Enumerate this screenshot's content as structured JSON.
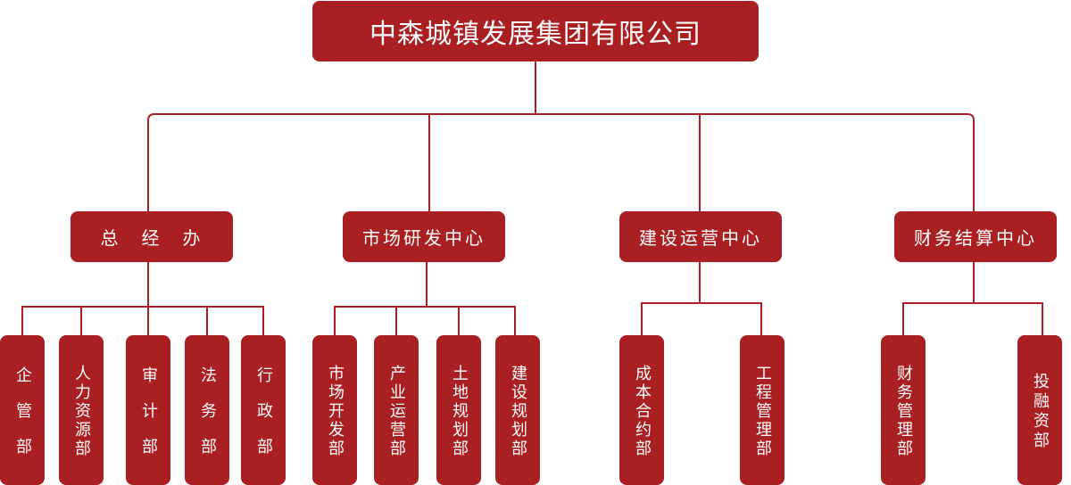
{
  "colors": {
    "box": "#a91f22",
    "line": "#a91f22",
    "text": "#ffffff"
  },
  "root": {
    "label": "中森城镇发展集团有限公司"
  },
  "centers": [
    {
      "label": "总　经　办"
    },
    {
      "label": "市场研发中心"
    },
    {
      "label": "建设运营中心"
    },
    {
      "label": "财务结算中心"
    }
  ],
  "departments": [
    {
      "label": "企管部",
      "parent": 0
    },
    {
      "label": "人力资源部",
      "parent": 0
    },
    {
      "label": "审计部",
      "parent": 0
    },
    {
      "label": "法务部",
      "parent": 0
    },
    {
      "label": "行政部",
      "parent": 0
    },
    {
      "label": "市场开发部",
      "parent": 1
    },
    {
      "label": "产业运营部",
      "parent": 1
    },
    {
      "label": "土地规划部",
      "parent": 1
    },
    {
      "label": "建设规划部",
      "parent": 1
    },
    {
      "label": "成本合约部",
      "parent": 2
    },
    {
      "label": "工程管理部",
      "parent": 2
    },
    {
      "label": "财务管理部",
      "parent": 3
    },
    {
      "label": "投融资部",
      "parent": 3
    }
  ]
}
